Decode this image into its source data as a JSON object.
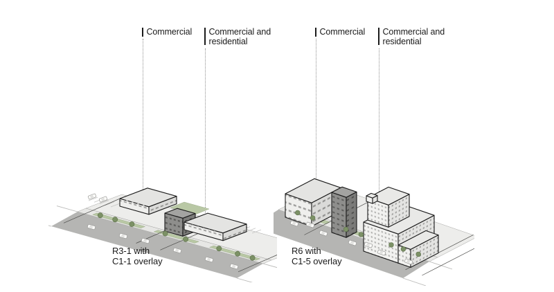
{
  "figure": {
    "background": "#ffffff",
    "panels": [
      {
        "id": "left",
        "caption_line1": "R3-1 with",
        "caption_line2": "C1-1 overlay",
        "callouts": [
          {
            "label_line1": "Commercial",
            "label_line2": ""
          },
          {
            "label_line1": "Commercial and",
            "label_line2": "residential"
          }
        ]
      },
      {
        "id": "right",
        "caption_line1": "R6 with",
        "caption_line2": "C1-5 overlay",
        "callouts": [
          {
            "label_line1": "Commercial",
            "label_line2": ""
          },
          {
            "label_line1": "Commercial and",
            "label_line2": "residential"
          }
        ]
      }
    ],
    "colors": {
      "text": "#1a1a1a",
      "leader_line": "#8f8f8f",
      "leader_dot": "#141414",
      "street": "#b5b5b3",
      "sidewalk": "#e7e7e5",
      "lot": "#ededeb",
      "planting": "#b9c8a5",
      "tree": "#7c9166",
      "light_building_wall": "#efefed",
      "light_building_side": "#dadad8",
      "light_building_roof": "#e4e4e2",
      "white_building_wall": "#f2f2f0",
      "white_building_side": "#e4e4e2",
      "white_building_roof": "#e9e9e7",
      "dark_building_wall": "#8e8e8c",
      "dark_building_side": "#7b7b79",
      "dark_building_roof": "#a3a3a1",
      "outline": "#1a1a1a"
    }
  }
}
